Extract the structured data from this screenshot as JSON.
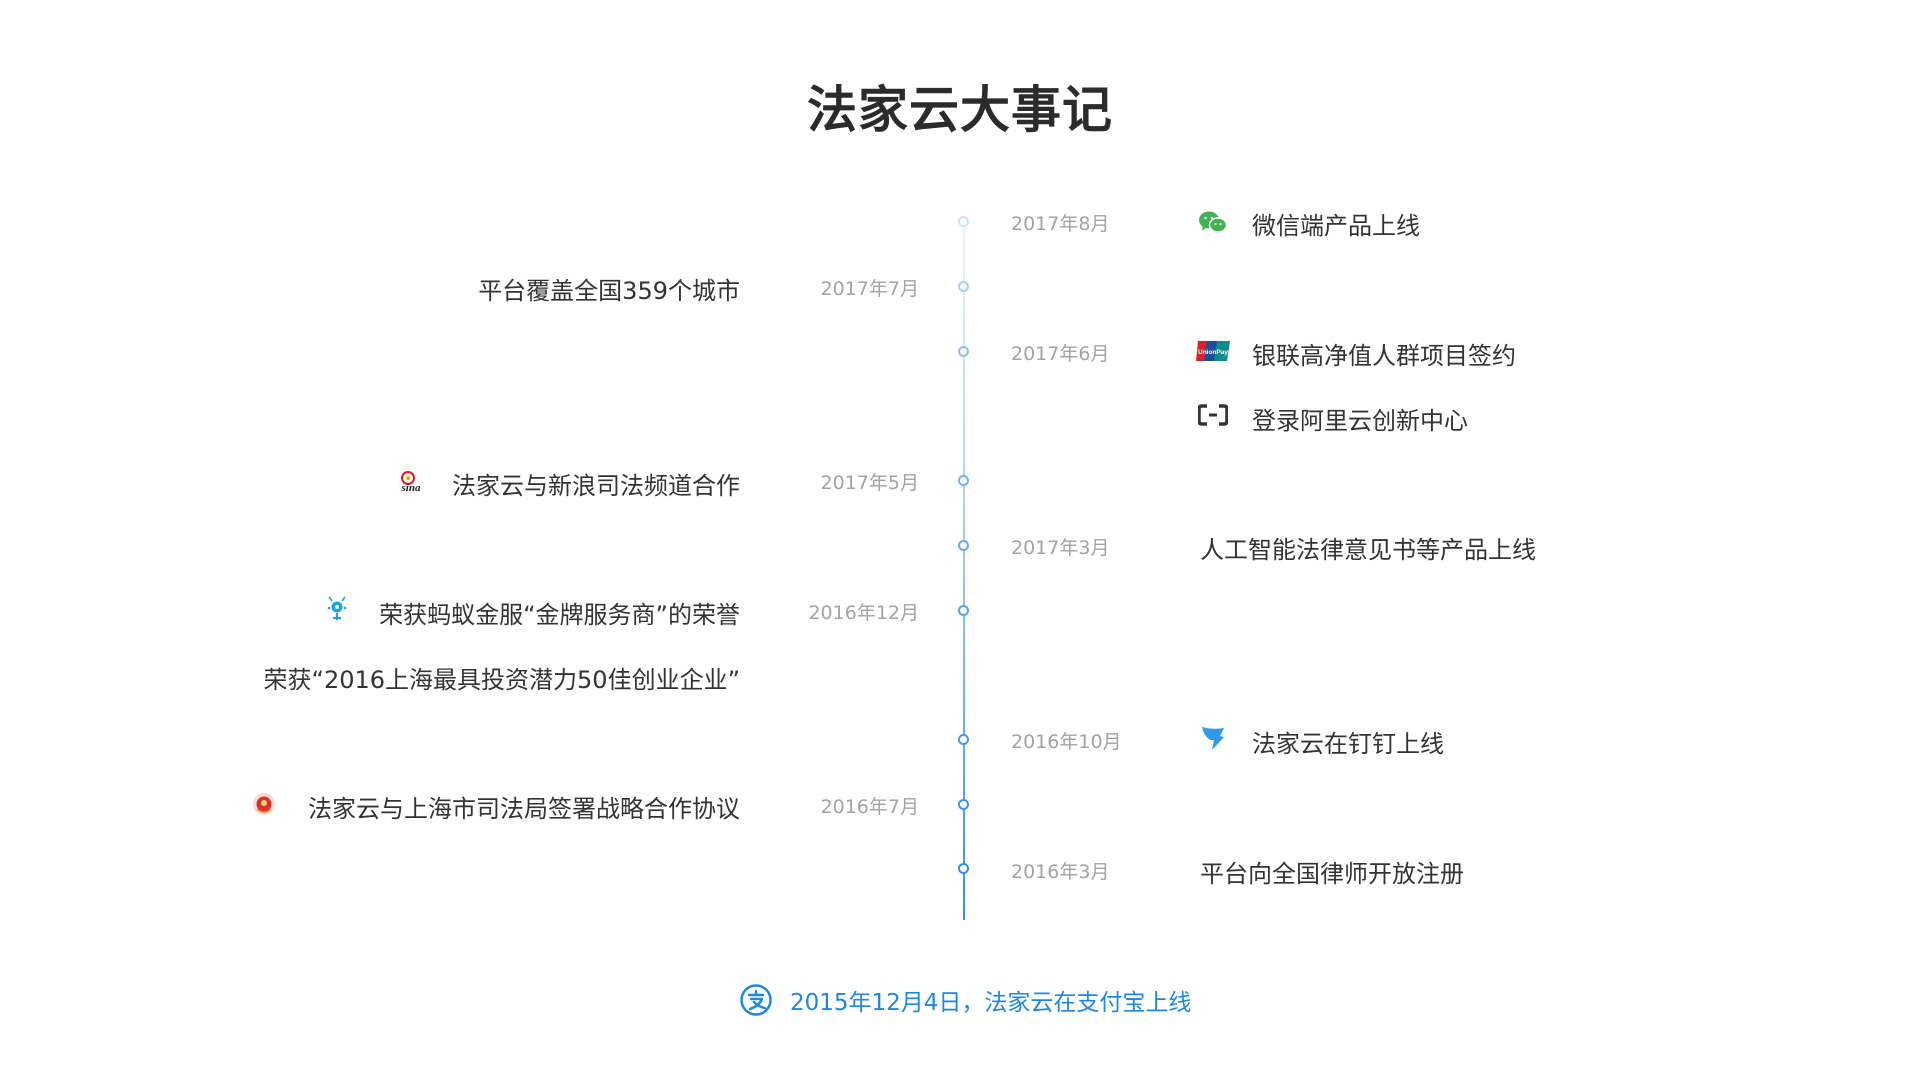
{
  "title": "法家云大事记",
  "colors": {
    "accent": "#3a8ee6",
    "date_text": "#a3a3a3",
    "event_text": "#333333",
    "footer_text": "#1e87e6"
  },
  "timeline": [
    {
      "date": "2017年8月",
      "side": "right",
      "events": [
        {
          "text": "微信端产品上线",
          "icon": "wechat-icon"
        }
      ]
    },
    {
      "date": "2017年7月",
      "side": "left",
      "events": [
        {
          "text": "平台覆盖全国359个城市",
          "icon": ""
        }
      ]
    },
    {
      "date": "2017年6月",
      "side": "right",
      "events": [
        {
          "text": "银联高净值人群项目签约",
          "icon": "unionpay-icon"
        },
        {
          "text": "登录阿里云创新中心",
          "icon": "aliyun-icon"
        }
      ]
    },
    {
      "date": "2017年5月",
      "side": "left",
      "events": [
        {
          "text": "法家云与新浪司法频道合作",
          "icon": "sina-icon"
        }
      ]
    },
    {
      "date": "2017年3月",
      "side": "right",
      "events": [
        {
          "text": "人工智能法律意见书等产品上线",
          "icon": ""
        }
      ]
    },
    {
      "date": "2016年12月",
      "side": "left",
      "events": [
        {
          "text": "荣获蚂蚁金服“金牌服务商”的荣誉",
          "icon": "ant-financial-icon"
        },
        {
          "text": "荣获“2016上海最具投资潜力50佳创业企业”",
          "icon": ""
        }
      ]
    },
    {
      "date": "2016年10月",
      "side": "right",
      "events": [
        {
          "text": "法家云在钉钉上线",
          "icon": "dingtalk-icon"
        }
      ]
    },
    {
      "date": "2016年7月",
      "side": "left",
      "events": [
        {
          "text": "法家云与上海市司法局签署战略合作协议",
          "icon": "justice-bureau-emblem-icon"
        }
      ]
    },
    {
      "date": "2016年3月",
      "side": "right",
      "events": [
        {
          "text": "平台向全国律师开放注册",
          "icon": ""
        }
      ]
    }
  ],
  "footer": {
    "text": "2015年12月4日，法家云在支付宝上线",
    "icon": "alipay-icon"
  }
}
